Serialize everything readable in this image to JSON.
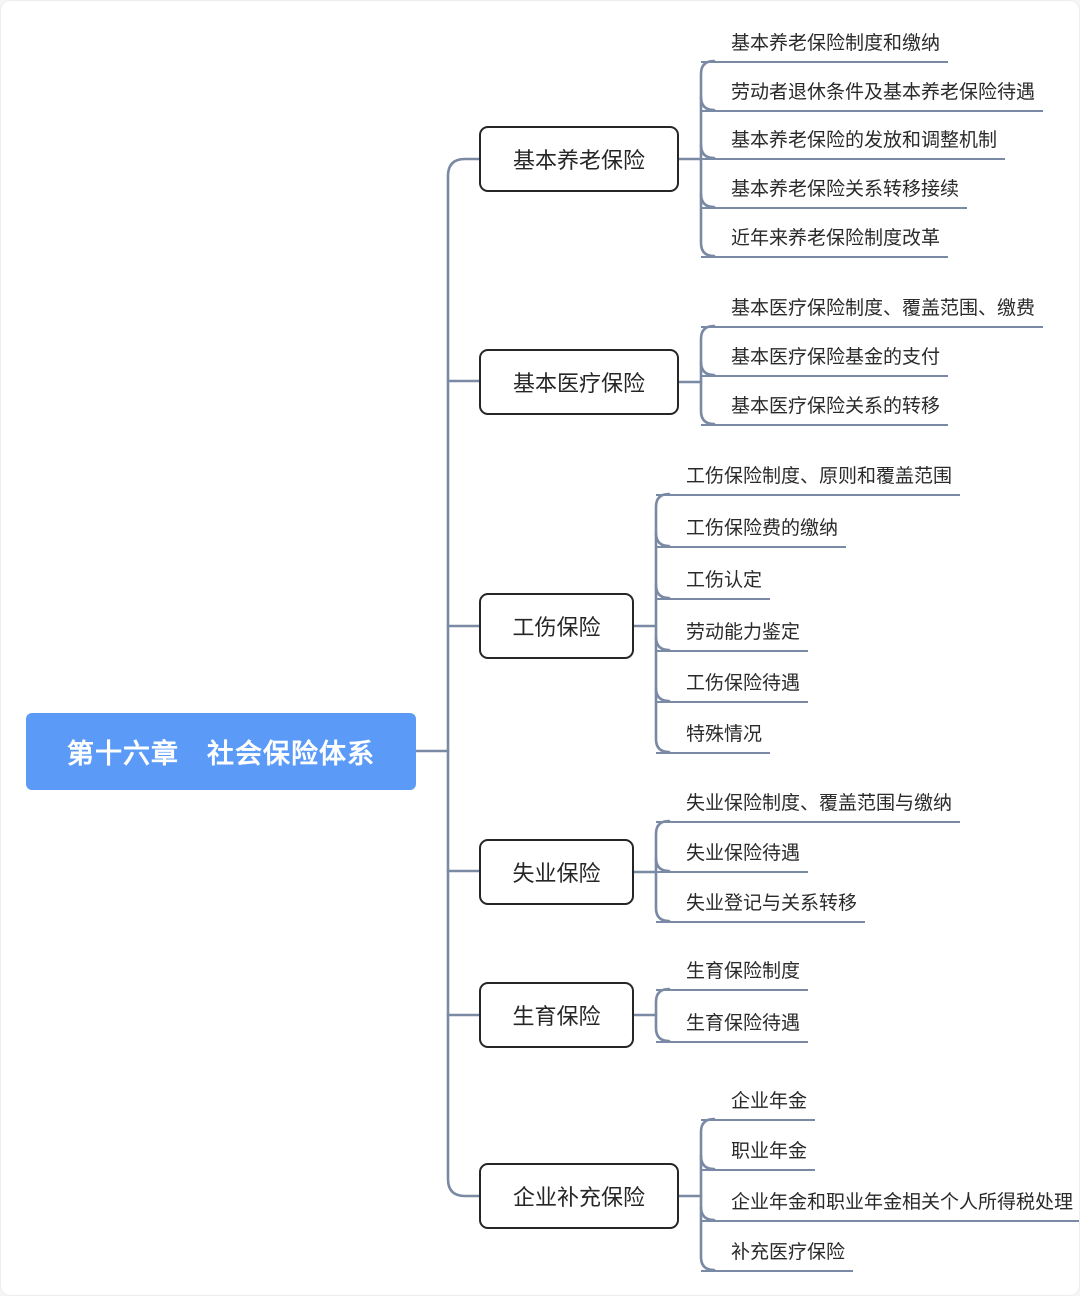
{
  "page": {
    "title": "第十六章　社会保险体系"
  },
  "colors": {
    "root_bg": "#5B9BF7",
    "root_text": "#ffffff",
    "connector_color": "#7A8AA5",
    "branch_border": "#262626",
    "branch_text": "#262626",
    "leaf_text": "#2a2a2a",
    "canvas_bg": "#ffffff"
  },
  "root": {
    "label": "第十六章　社会保险体系"
  },
  "branches": [
    {
      "label": "基本养老保险",
      "leaves": [
        "基本养老保险制度和缴纳",
        "劳动者退休条件及基本养老保险待遇",
        "基本养老保险的发放和调整机制",
        "基本养老保险关系转移接续",
        "近年来养老保险制度改革"
      ]
    },
    {
      "label": "基本医疗保险",
      "leaves": [
        "基本医疗保险制度、覆盖范围、缴费",
        "基本医疗保险基金的支付",
        "基本医疗保险关系的转移"
      ]
    },
    {
      "label": "工伤保险",
      "leaves": [
        "工伤保险制度、原则和覆盖范围",
        "工伤保险费的缴纳",
        "工伤认定",
        "劳动能力鉴定",
        "工伤保险待遇",
        "特殊情况"
      ]
    },
    {
      "label": "失业保险",
      "leaves": [
        "失业保险制度、覆盖范围与缴纳",
        "失业保险待遇",
        "失业登记与关系转移"
      ]
    },
    {
      "label": "生育保险",
      "leaves": [
        "生育保险制度",
        "生育保险待遇"
      ]
    },
    {
      "label": "企业补充保险",
      "leaves": [
        "企业年金",
        "职业年金",
        "企业年金和职业年金相关个人所得税处理",
        "补充医疗保险"
      ]
    }
  ]
}
